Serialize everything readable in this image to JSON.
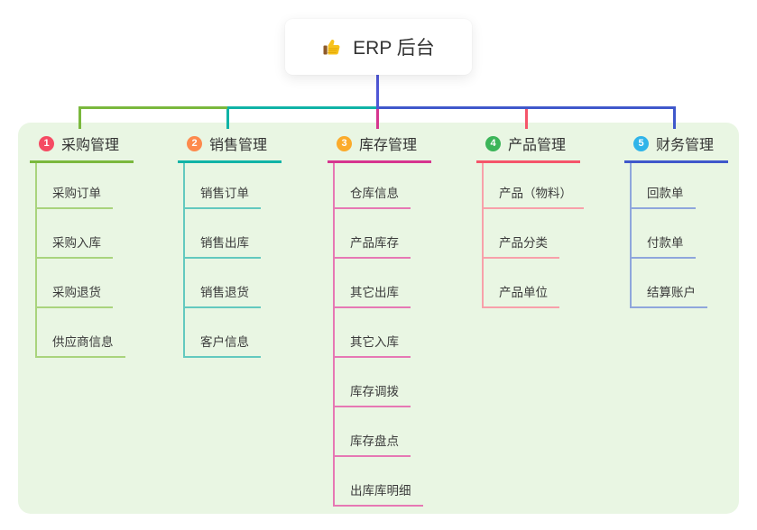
{
  "root": {
    "title": "ERP 后台",
    "icon": "thumbs-up-icon"
  },
  "colors": {
    "root_connector": "#4f57d6",
    "panel_bg": "#e9f6e3",
    "title_text": "#333333",
    "child_text": "#3b3b3b"
  },
  "branches": [
    {
      "number": "1",
      "title": "采购管理",
      "badge_color": "#f54b63",
      "line_color": "#7ab83d",
      "child_line_color": "#a9d47d",
      "children": [
        "采购订单",
        "采购入库",
        "采购退货",
        "供应商信息"
      ]
    },
    {
      "number": "2",
      "title": "销售管理",
      "badge_color": "#fd8a4d",
      "line_color": "#10b3a6",
      "child_line_color": "#63c9bf",
      "children": [
        "销售订单",
        "销售出库",
        "销售退货",
        "客户信息"
      ]
    },
    {
      "number": "3",
      "title": "库存管理",
      "badge_color": "#fbab2b",
      "line_color": "#d6358f",
      "child_line_color": "#e678b4",
      "children": [
        "仓库信息",
        "产品库存",
        "其它出库",
        "其它入库",
        "库存调拨",
        "库存盘点",
        "出库库明细"
      ]
    },
    {
      "number": "4",
      "title": "产品管理",
      "badge_color": "#3cb559",
      "line_color": "#f5556a",
      "child_line_color": "#f8a0aa",
      "children": [
        "产品（物料）",
        "产品分类",
        "产品单位"
      ]
    },
    {
      "number": "5",
      "title": "财务管理",
      "badge_color": "#30b4e9",
      "line_color": "#3f58cb",
      "child_line_color": "#8fa6dc",
      "children": [
        "回款单",
        "付款单",
        "结算账户"
      ]
    }
  ]
}
